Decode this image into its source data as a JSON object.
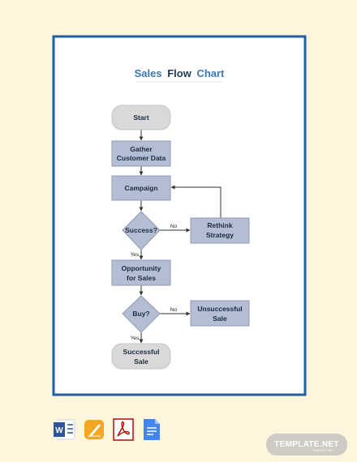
{
  "title": {
    "part1": "Sales",
    "part2": "Flow",
    "part3": "Chart"
  },
  "nodes": {
    "start": {
      "line1": "Start"
    },
    "gather": {
      "line1": "Gather",
      "line2": "Customer Data"
    },
    "campaign": {
      "line1": "Campaign"
    },
    "success_q": {
      "line1": "Success?"
    },
    "rethink": {
      "line1": "Rethink",
      "line2": "Strategy"
    },
    "opportunity": {
      "line1": "Opportunity",
      "line2": "for Sales"
    },
    "buy_q": {
      "line1": "Buy?"
    },
    "unsuccessful": {
      "line1": "Unsuccessful",
      "line2": "Sale"
    },
    "successful": {
      "line1": "Successful",
      "line2": "Sale"
    }
  },
  "edge_labels": {
    "success_no": "No",
    "success_yes": "Yes",
    "buy_no": "No",
    "buy_yes": "Yes"
  },
  "formats": [
    {
      "name": "word",
      "letter": "W",
      "color": "#2b579a"
    },
    {
      "name": "pages",
      "letter": "",
      "color": "#f5a623"
    },
    {
      "name": "pdf",
      "letter": "",
      "color": "#b30b00"
    },
    {
      "name": "docs",
      "letter": "",
      "color": "#4285f4"
    }
  ],
  "watermark": {
    "text": "TEMPLATE.NET",
    "sub": "TEMPLATE.NET"
  },
  "colors": {
    "frame_border": "#1f5fa8",
    "page_bg": "#fdf6dc",
    "node_fill": "#b4bed3",
    "node_stroke": "#8f9bb5",
    "terminal_fill": "#d9d9d9",
    "title_dark": "#1f3b57",
    "title_blue": "#3a78b5"
  }
}
